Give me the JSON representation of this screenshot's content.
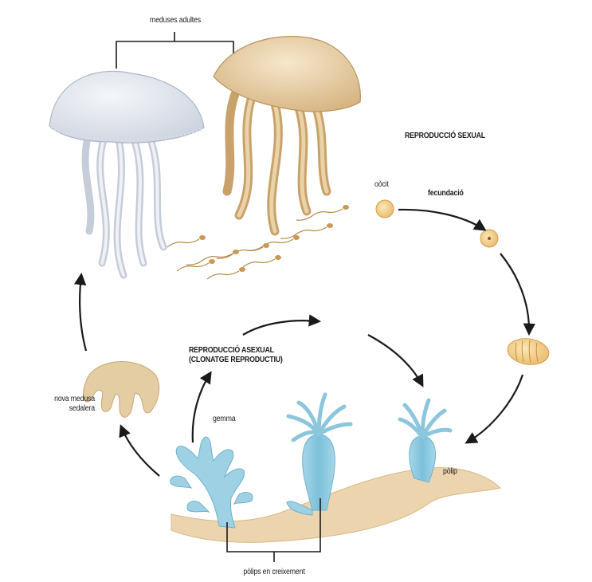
{
  "labels": {
    "adult_medusae": "meduses adultes",
    "sexual_reproduction": "REPRODUCCIÓ SEXUAL",
    "oocyte": "oòcit",
    "fertilization": "fecundació",
    "asexual_reproduction_line1": "REPRODUCCIÓ ASEXUAL",
    "asexual_reproduction_line2": "(CLONATGE REPRODUCTIU)",
    "new_medusa_line1": "nova medusa",
    "new_medusa_line2": "sedalera",
    "bud": "gemma",
    "polyp": "pòlip",
    "growing_polyps": "pòlips en creixement"
  },
  "colors": {
    "white_medusa": "#dfe4ec",
    "tan_medusa": "#e2c9a0",
    "polyp_blue": "#8ec9df",
    "seabed": "#ecd4ae",
    "arrow": "#1a1a1a"
  }
}
